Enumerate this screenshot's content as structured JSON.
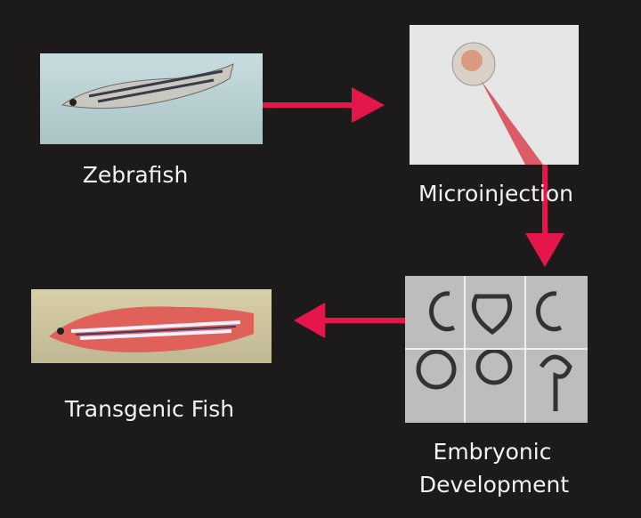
{
  "labels": {
    "zebrafish": "Zebrafish",
    "microinjection": "Microinjection",
    "embryonic_line1": "Embryonic",
    "embryonic_line2": "Development",
    "transgenic": "Transgenic Fish"
  },
  "colors": {
    "arrow": "#e5174a",
    "background": "#1c1a1b",
    "text": "#f2f2f2"
  }
}
